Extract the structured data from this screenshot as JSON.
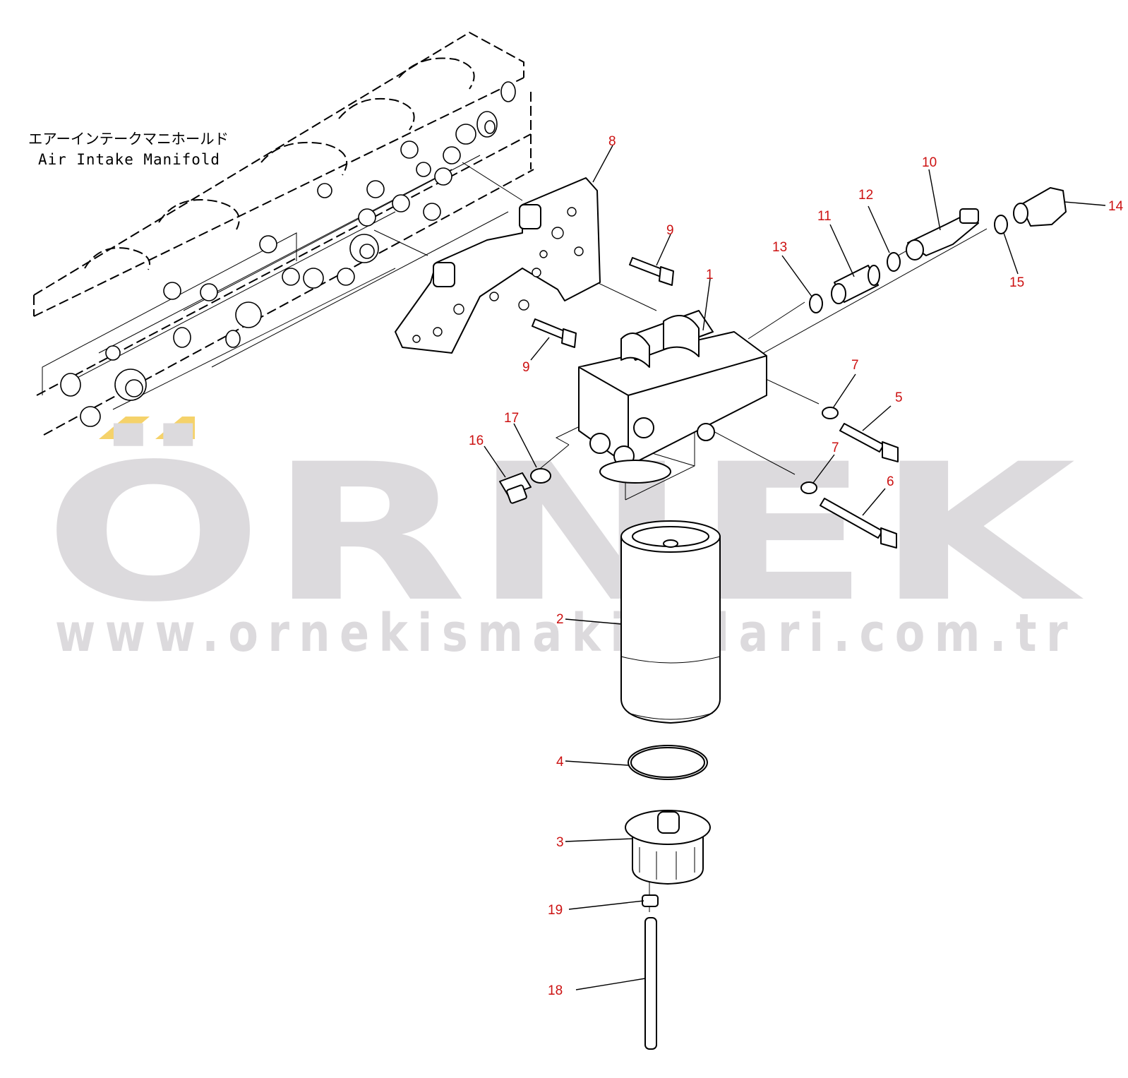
{
  "watermark": {
    "brand": "ÖRNEK",
    "url": "www.ornekismakinalari.com.tr",
    "accent_color": "#f5d26a",
    "text_color": "#dcdadd"
  },
  "reference_label": {
    "japanese": "エアーインテークマニホールド",
    "english": "Air Intake Manifold"
  },
  "callout_color": "#cc1111",
  "callouts": [
    {
      "id": "c1",
      "text": "1"
    },
    {
      "id": "c2",
      "text": "2"
    },
    {
      "id": "c3",
      "text": "3"
    },
    {
      "id": "c4",
      "text": "4"
    },
    {
      "id": "c5",
      "text": "5"
    },
    {
      "id": "c6",
      "text": "6"
    },
    {
      "id": "c7a",
      "text": "7"
    },
    {
      "id": "c7b",
      "text": "7"
    },
    {
      "id": "c8",
      "text": "8"
    },
    {
      "id": "c9a",
      "text": "9"
    },
    {
      "id": "c9b",
      "text": "9"
    },
    {
      "id": "c10",
      "text": "10"
    },
    {
      "id": "c11",
      "text": "11"
    },
    {
      "id": "c12",
      "text": "12"
    },
    {
      "id": "c13",
      "text": "13"
    },
    {
      "id": "c14",
      "text": "14"
    },
    {
      "id": "c15",
      "text": "15"
    },
    {
      "id": "c16",
      "text": "16"
    },
    {
      "id": "c17",
      "text": "17"
    },
    {
      "id": "c18",
      "text": "18"
    },
    {
      "id": "c19",
      "text": "19"
    }
  ]
}
